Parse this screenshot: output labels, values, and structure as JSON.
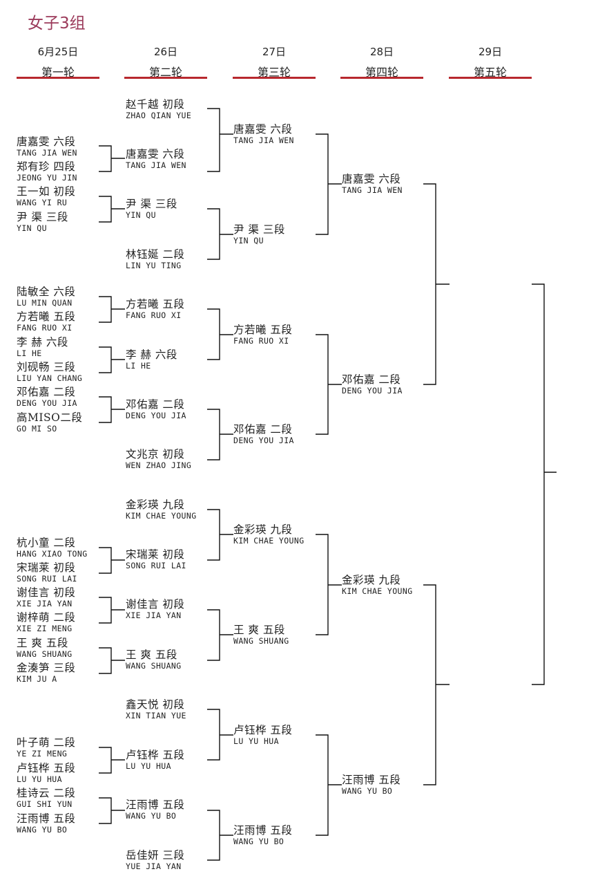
{
  "title": "女子3组",
  "rounds": [
    {
      "date": "6月25日",
      "name": "第一轮"
    },
    {
      "date": "26日",
      "name": "第二轮"
    },
    {
      "date": "27日",
      "name": "第三轮"
    },
    {
      "date": "28日",
      "name": "第四轮"
    },
    {
      "date": "29日",
      "name": "第五轮"
    }
  ],
  "bracket": {
    "round1": [
      {
        "cn": "唐嘉雯  六段",
        "en": "TANG JIA WEN"
      },
      {
        "cn": "郑有珍  四段",
        "en": "JEONG YU JIN"
      },
      {
        "cn": "王一如  初段",
        "en": "WANG YI RU"
      },
      {
        "cn": "尹   渠  三段",
        "en": "YIN QU"
      },
      {
        "cn": "陆敏全  六段",
        "en": "LU MIN QUAN"
      },
      {
        "cn": "方若曦  五段",
        "en": "FANG RUO XI"
      },
      {
        "cn": "李   赫  六段",
        "en": "LI HE"
      },
      {
        "cn": "刘砚畅  三段",
        "en": "LIU YAN CHANG"
      },
      {
        "cn": "邓佑嘉  二段",
        "en": "DENG YOU JIA"
      },
      {
        "cn": "高MISO二段",
        "en": "GO MI SO"
      },
      {
        "cn": "杭小童  二段",
        "en": "HANG XIAO TONG"
      },
      {
        "cn": "宋瑞莱  初段",
        "en": "SONG RUI LAI"
      },
      {
        "cn": "谢佳言  初段",
        "en": "XIE JIA YAN"
      },
      {
        "cn": "谢梓萌  二段",
        "en": "XIE ZI MENG"
      },
      {
        "cn": "王   爽  五段",
        "en": "WANG SHUANG"
      },
      {
        "cn": "金湊笋  三段",
        "en": "KIM JU A"
      },
      {
        "cn": "叶子萌  二段",
        "en": "YE ZI MENG"
      },
      {
        "cn": "卢钰桦  五段",
        "en": "LU YU HUA"
      },
      {
        "cn": "桂诗云  二段",
        "en": "GUI SHI YUN"
      },
      {
        "cn": "汪雨博  五段",
        "en": "WANG YU BO"
      }
    ],
    "round2": [
      {
        "cn": "赵千越  初段",
        "en": "ZHAO QIAN YUE"
      },
      {
        "cn": "唐嘉雯  六段",
        "en": "TANG JIA WEN"
      },
      {
        "cn": "尹   渠  三段",
        "en": "YIN QU"
      },
      {
        "cn": "林钰娫  二段",
        "en": "LIN YU TING"
      },
      {
        "cn": "方若曦  五段",
        "en": "FANG RUO XI"
      },
      {
        "cn": "李   赫  六段",
        "en": "LI HE"
      },
      {
        "cn": "邓佑嘉  二段",
        "en": "DENG YOU JIA"
      },
      {
        "cn": "文兆京  初段",
        "en": "WEN ZHAO JING"
      },
      {
        "cn": "金彩瑛  九段",
        "en": "KIM CHAE YOUNG"
      },
      {
        "cn": "宋瑞莱  初段",
        "en": "SONG RUI LAI"
      },
      {
        "cn": "谢佳言  初段",
        "en": "XIE JIA YAN"
      },
      {
        "cn": "王   爽  五段",
        "en": "WANG SHUANG"
      },
      {
        "cn": "鑫天悦  初段",
        "en": "XIN TIAN YUE"
      },
      {
        "cn": "卢钰桦  五段",
        "en": "LU YU HUA"
      },
      {
        "cn": "汪雨博  五段",
        "en": "WANG YU BO"
      },
      {
        "cn": "岳佳妍  三段",
        "en": "YUE JIA YAN"
      }
    ],
    "round3": [
      {
        "cn": "唐嘉雯  六段",
        "en": "TANG JIA WEN"
      },
      {
        "cn": "尹   渠  三段",
        "en": "YIN QU"
      },
      {
        "cn": "方若曦  五段",
        "en": "FANG RUO XI"
      },
      {
        "cn": "邓佑嘉  二段",
        "en": "DENG YOU JIA"
      },
      {
        "cn": "金彩瑛  九段",
        "en": "KIM CHAE YOUNG"
      },
      {
        "cn": "王   爽  五段",
        "en": "WANG SHUANG"
      },
      {
        "cn": "卢钰桦  五段",
        "en": "LU YU HUA"
      },
      {
        "cn": "汪雨博  五段",
        "en": "WANG YU BO"
      }
    ],
    "round4": [
      {
        "cn": "唐嘉雯  六段",
        "en": "TANG JIA WEN"
      },
      {
        "cn": "邓佑嘉  二段",
        "en": "DENG YOU JIA"
      },
      {
        "cn": "金彩瑛  九段",
        "en": "KIM CHAE YOUNG"
      },
      {
        "cn": "汪雨博  五段",
        "en": "WANG YU BO"
      }
    ]
  }
}
